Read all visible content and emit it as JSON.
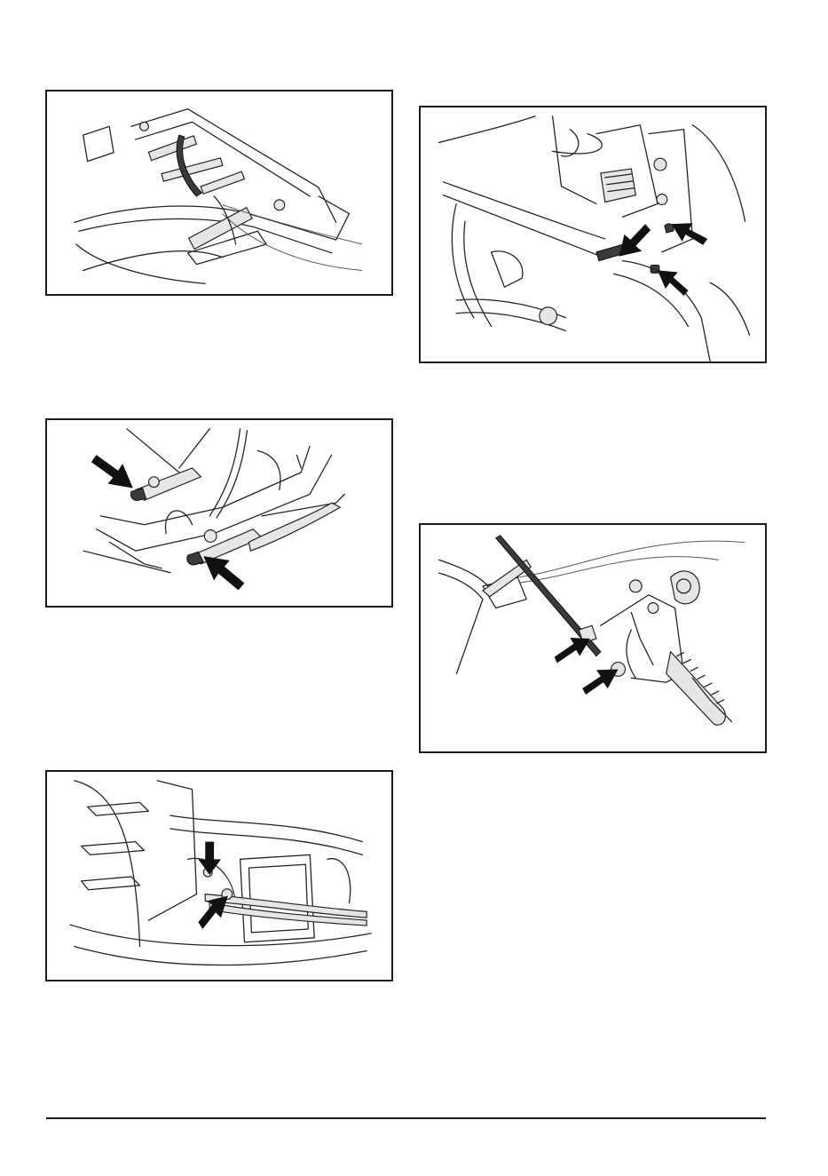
{
  "document": {
    "figures": [
      {
        "name": "figure-shift-lever-linkage",
        "arrows": 0
      },
      {
        "name": "figure-lever-handles",
        "arrows": 2
      },
      {
        "name": "figure-cable-clamps",
        "arrows": 2
      },
      {
        "name": "figure-cable-bracket",
        "arrows": 3
      },
      {
        "name": "figure-pedal-cable",
        "arrows": 2
      }
    ],
    "colors": {
      "line": "#222222",
      "arrow": "#111111",
      "frame": "#1a1a1a"
    }
  }
}
